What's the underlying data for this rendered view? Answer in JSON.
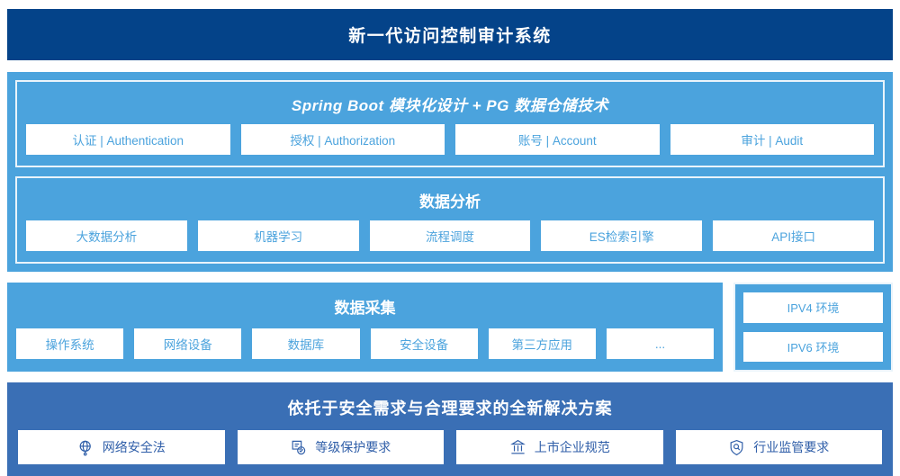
{
  "header": {
    "title": "新一代访问控制审计系统",
    "bg_color": "#044389"
  },
  "colors": {
    "panel_light": "#4ba3dd",
    "panel_mid": "#3a6fb5",
    "chip_text_light": "#4ba3dd",
    "chip_text_mid": "#2f5ea8",
    "chip_bg": "#ffffff",
    "inner_border": "#eaf4fb"
  },
  "sections": {
    "platform": {
      "title": "Spring Boot 模块化设计 + PG 数据仓储技术",
      "items": [
        {
          "label": "认证 | Authentication"
        },
        {
          "label": "授权 | Authorization"
        },
        {
          "label": "账号 | Account"
        },
        {
          "label": "审计 | Audit"
        }
      ]
    },
    "analysis": {
      "title": "数据分析",
      "items": [
        {
          "label": "大数据分析"
        },
        {
          "label": "机器学习"
        },
        {
          "label": "流程调度"
        },
        {
          "label": "ES检索引擎"
        },
        {
          "label": "API接口"
        }
      ]
    },
    "collection": {
      "title": "数据采集",
      "items": [
        {
          "label": "操作系统"
        },
        {
          "label": "网络设备"
        },
        {
          "label": "数据库"
        },
        {
          "label": "安全设备"
        },
        {
          "label": "第三方应用"
        },
        {
          "label": "..."
        }
      ],
      "environments": [
        {
          "label": "IPV4 环境"
        },
        {
          "label": "IPV6 环境"
        }
      ]
    },
    "compliance": {
      "title": "依托于安全需求与合理要求的全新解决方案",
      "items": [
        {
          "label": "网络安全法",
          "icon": "globe-network-icon"
        },
        {
          "label": "等级保护要求",
          "icon": "document-check-icon"
        },
        {
          "label": "上市企业规范",
          "icon": "bank-building-icon"
        },
        {
          "label": "行业监管要求",
          "icon": "shield-search-icon"
        }
      ]
    }
  }
}
